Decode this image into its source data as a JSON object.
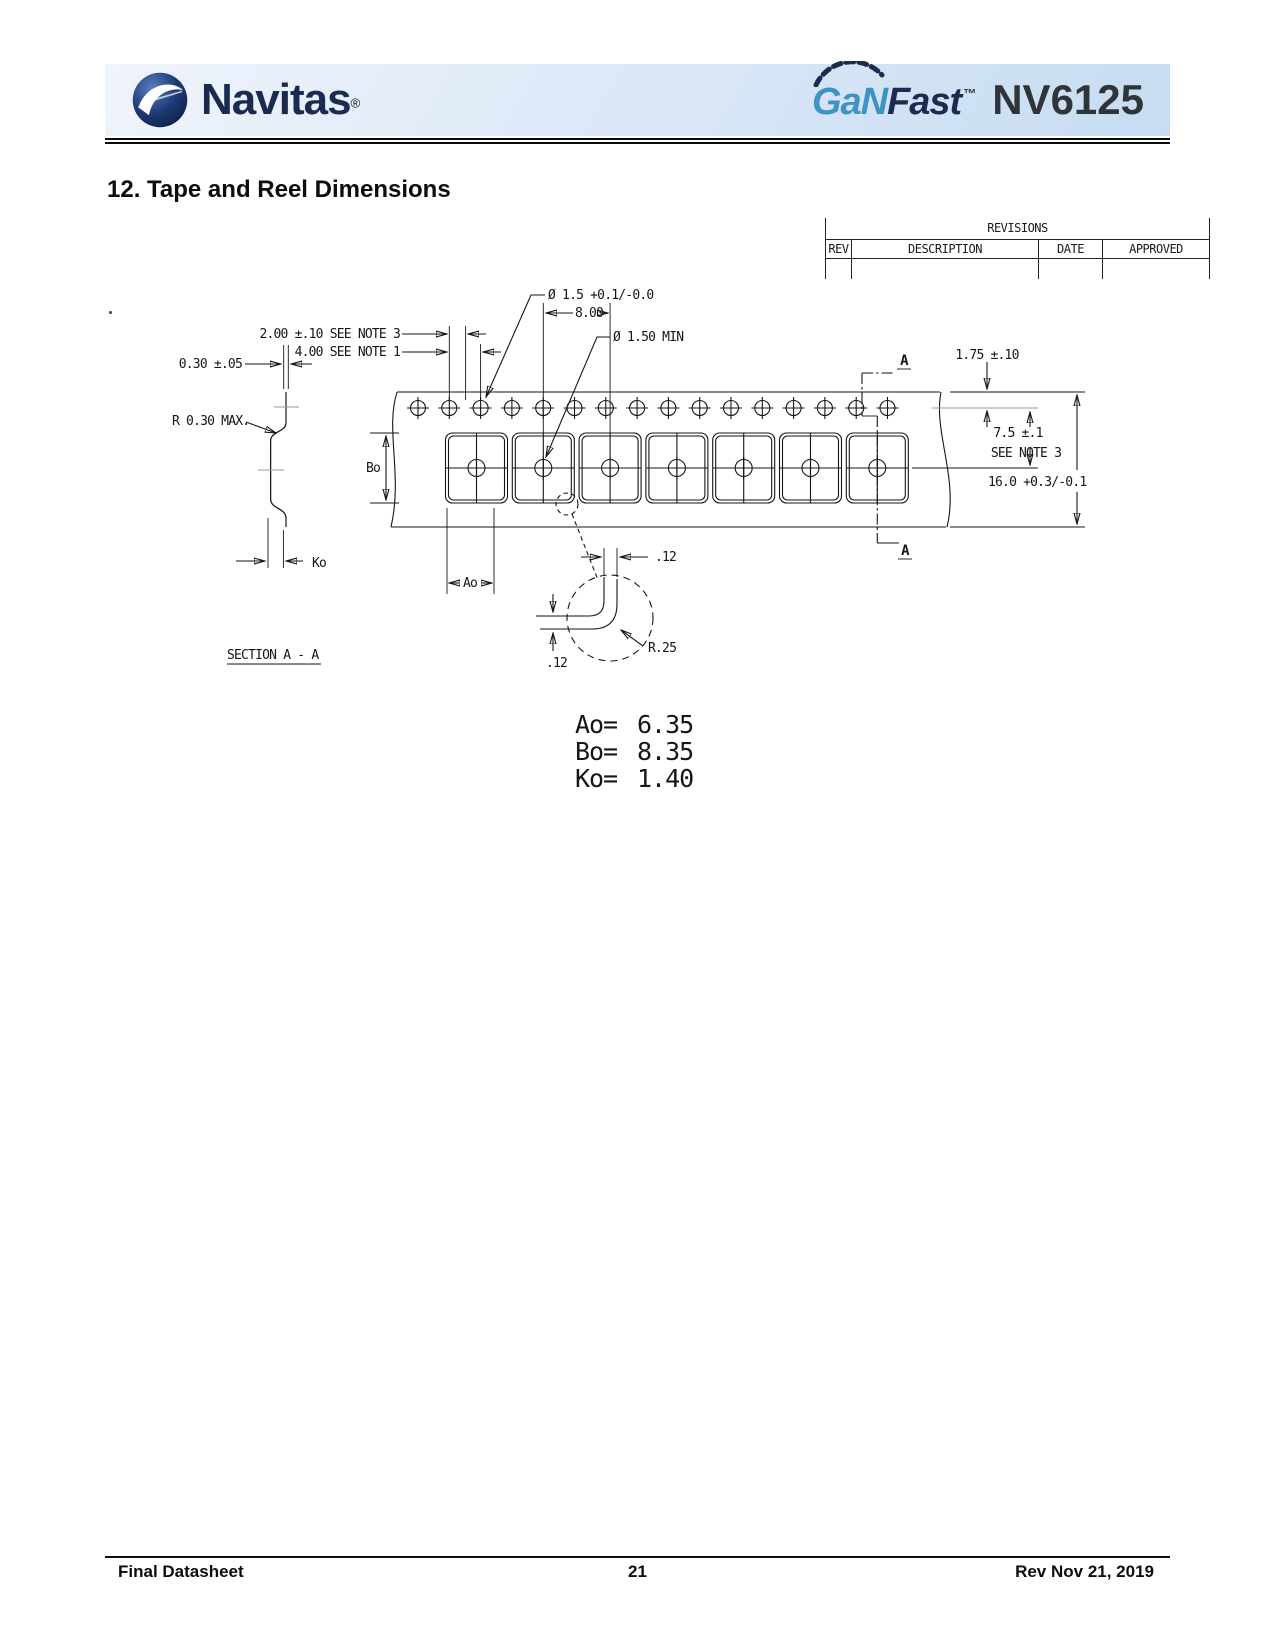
{
  "header": {
    "brand": "Navitas",
    "registered": "®",
    "family_gan": "GaN",
    "family_fast": "Fast",
    "trademark": "™",
    "part": "NV6125"
  },
  "title": {
    "section": "12. Tape and Reel Dimensions"
  },
  "revisions": {
    "title": "REVISIONS",
    "columns": [
      "REV",
      "DESCRIPTION",
      "DATE",
      "APPROVED"
    ]
  },
  "drawing": {
    "labels": {
      "sprocket_dia": "Ø 1.5 +0.1/-0.0",
      "pocket_pitch": "8.00",
      "center_hole_dia": "Ø 1.50 MIN",
      "hole_to_pocket": "2.00 ±.10 SEE NOTE 3",
      "hole_pitch": "4.00 SEE NOTE 1",
      "tape_thickness": "0.30 ±.05",
      "bend_radius": "R 0.30 MAX.",
      "edge_to_hole": "1.75 ±.10",
      "hole_to_center": "7.5 ±.1",
      "hole_to_center_note": "SEE NOTE 3",
      "tape_width": "16.0 +0.3/-0.1",
      "ko": "Ko",
      "bo": "Bo",
      "ao": "Ao",
      "corner_radius": "R.25",
      "wall_12_h": ".12",
      "wall_12_v": ".12",
      "section_label": "SECTION A - A",
      "section_marker_top": "A",
      "section_marker_bottom": "A"
    },
    "eq": "=",
    "values": [
      {
        "label": "Ao",
        "value": "6.35"
      },
      {
        "label": "Bo",
        "value": "8.35"
      },
      {
        "label": "Ko",
        "value": "1.40"
      }
    ]
  },
  "footer": {
    "left": "Final Datasheet",
    "page": "21",
    "right": "Rev Nov 21, 2019"
  }
}
